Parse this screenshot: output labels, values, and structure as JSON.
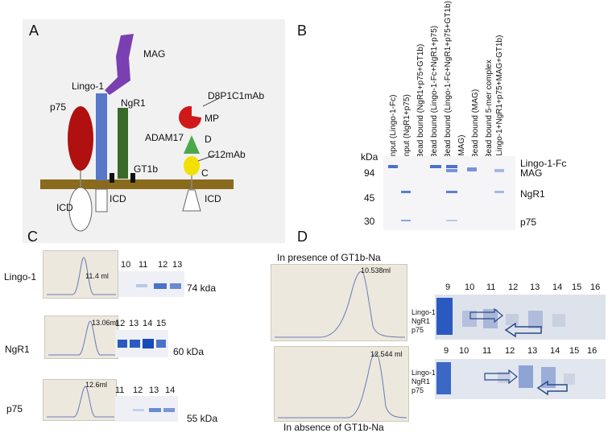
{
  "panels": {
    "A": "A",
    "B": "B",
    "C": "C",
    "D": "D"
  },
  "panelA": {
    "MAG": "MAG",
    "Lingo1": "Lingo-1",
    "NgR1": "NgR1",
    "p75": "p75",
    "GT1b": "GT1b",
    "ICD_left": "ICD",
    "ICD_mid": "ICD",
    "ICD_right": "ICD",
    "D8P1C1mAb": "D8P1C1mAb",
    "MP": "MP",
    "ADAM17": "ADAM17",
    "D": "D",
    "C12mAb": "C12mAb",
    "C": "C",
    "colors": {
      "membrane": "#8a6a1c",
      "p75": "#b01010",
      "lingo": "#5877c8",
      "ngr": "#3a6a2a",
      "mag": "#7a3fb0",
      "mp": "#d01818",
      "d": "#4aa84a",
      "c": "#f2e000"
    }
  },
  "panelB": {
    "kDa": "kDa",
    "markers": [
      "94",
      "45",
      "30"
    ],
    "lanes": [
      "Input (Lingo-1-Fc)",
      "Input (NgR1+p75)",
      "Bead bound (NgR1+p75+GT1b)",
      "Bead bound (Lingo-1-Fc+NgR1+p75)",
      "Bead bound (Lingo-1-Fc+NgR1+p75+GT1b)",
      "(MAG)",
      "Bead bound (MAG)",
      "Bead bound 5-mer complex",
      "(Lingo-1+NgR1+p75+MAG+GT1b)"
    ],
    "bands": [
      "Lingo-1-Fc",
      "MAG",
      "NgR1",
      "p75"
    ]
  },
  "panelC": {
    "rows": [
      {
        "name": "Lingo-1",
        "peak": "11.4 ml",
        "fractions": [
          "10",
          "11",
          "12",
          "13"
        ],
        "size": "74 kda"
      },
      {
        "name": "NgR1",
        "peak": "13.06ml",
        "fractions": [
          "12",
          "13",
          "14",
          "15"
        ],
        "size": "60 kDa"
      },
      {
        "name": "p75",
        "peak": "12.6ml",
        "fractions": [
          "11",
          "12",
          "13",
          "14"
        ],
        "size": "55 kDa"
      }
    ]
  },
  "panelD": {
    "top_caption": "In presence of GT1b-Na",
    "top_peak": "10.538ml",
    "bottom_caption": "In absence of GT1b-Na",
    "bottom_peak": "12.544 ml",
    "fractions": [
      "9",
      "10",
      "11",
      "12",
      "13",
      "14",
      "15",
      "16"
    ],
    "gel_labels": [
      "Lingo-1",
      "NgR1",
      "p75"
    ]
  }
}
